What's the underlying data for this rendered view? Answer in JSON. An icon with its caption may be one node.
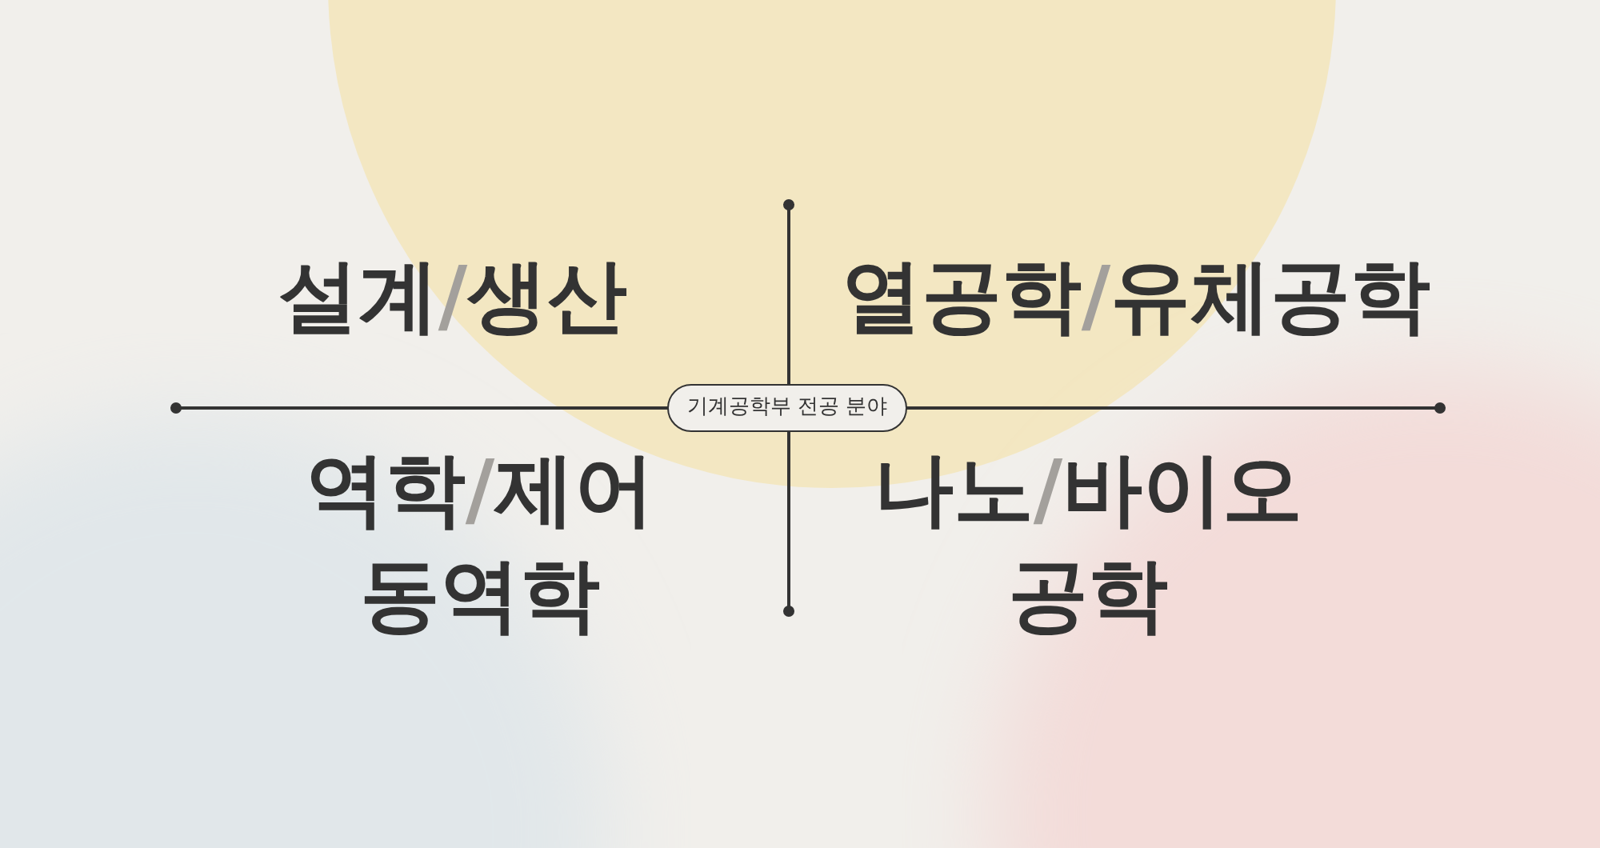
{
  "diagram": {
    "nodes": [
      {
        "text": [
          "기계공학부 전공 분야"
        ]
      }
    ],
    "labels": [
      "설계/생산",
      "열공학/유체공학",
      "역학/제어 동역학",
      "나노/바이오 공학"
    ]
  }
}
